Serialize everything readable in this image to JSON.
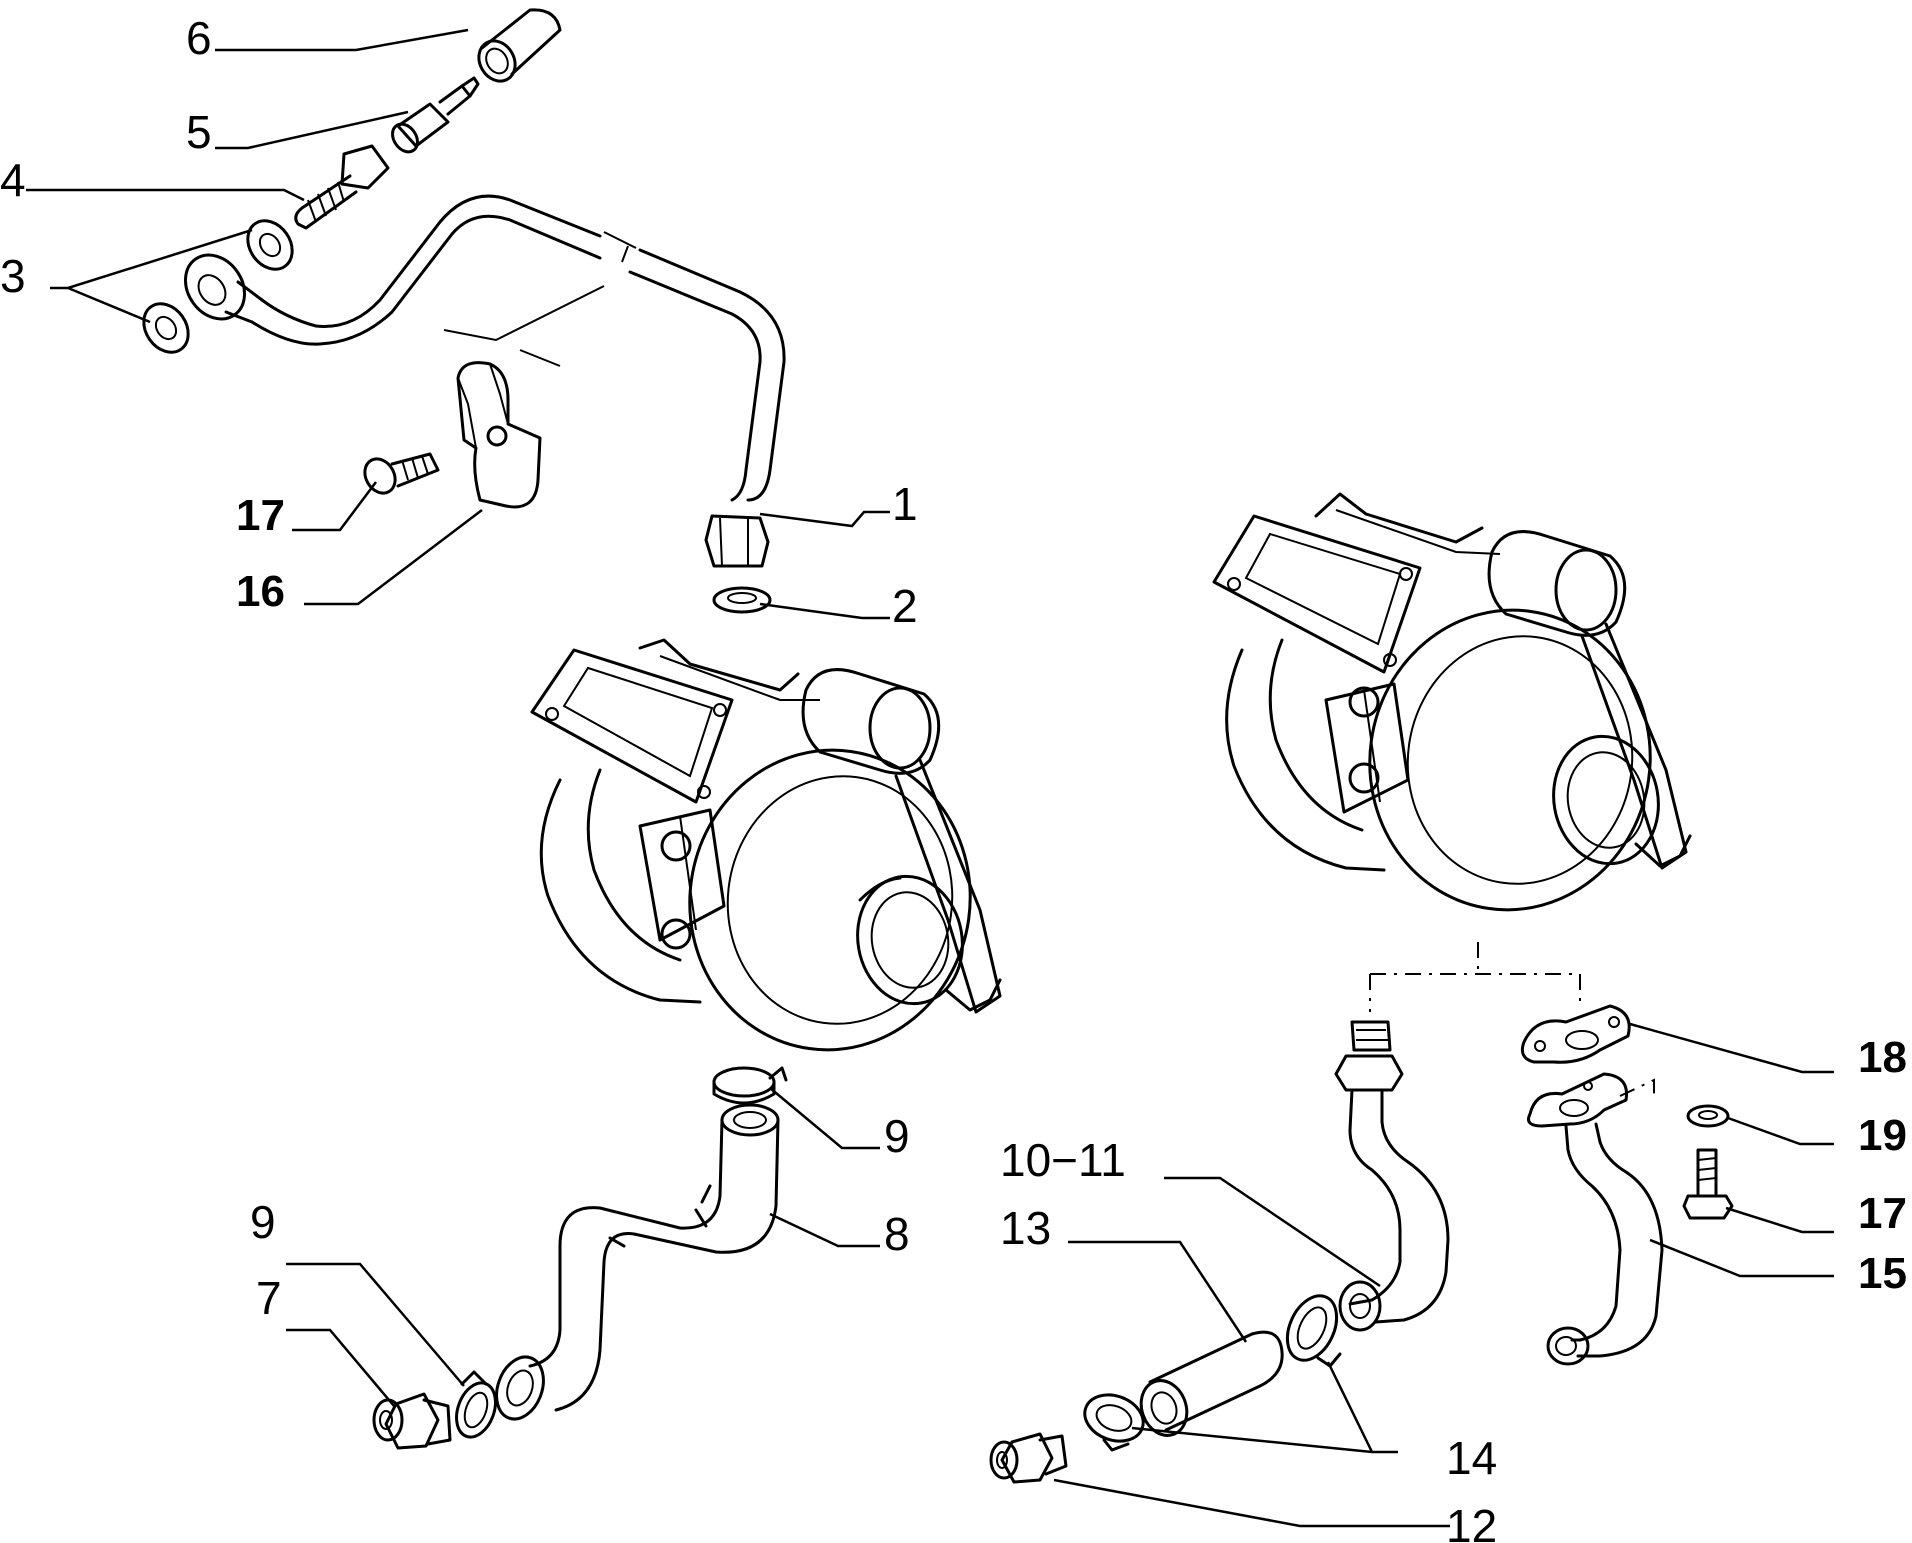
{
  "callouts": {
    "c1": "1",
    "c2": "2",
    "c3": "3",
    "c4": "4",
    "c5": "5",
    "c6": "6",
    "c7": "7",
    "c8": "8",
    "c9a": "9",
    "c9b": "9",
    "c10_11": "10−11",
    "c12": "12",
    "c13": "13",
    "c14": "14",
    "c15": "15",
    "c16": "16",
    "c17a": "17",
    "c17b": "17",
    "c18": "18",
    "c19": "19"
  }
}
